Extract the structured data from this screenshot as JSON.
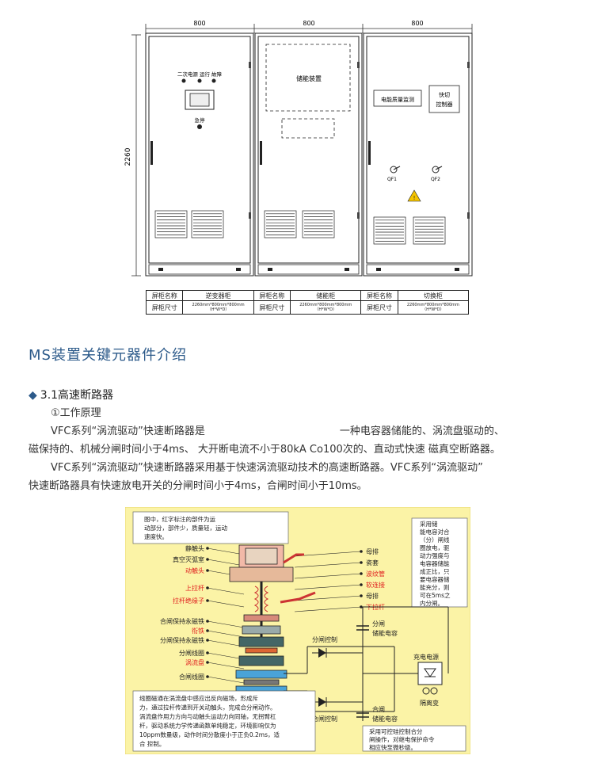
{
  "drawing": {
    "width_labels": [
      "800",
      "800",
      "800"
    ],
    "height_label": "2260",
    "cabinet1": {
      "lamp_labels": "二次电源  运行  故障",
      "estop_label": "急停"
    },
    "cabinet2": {
      "storage_label": "储能装置"
    },
    "cabinet3": {
      "monitor_label": "电能质量监测",
      "fast_switch_label_1": "快切",
      "fast_switch_label_2": "控制器",
      "qf1_label": "QF1",
      "qf2_label": "QF2"
    },
    "table": {
      "name_header": "屏柜名称",
      "size_header": "屏柜尺寸",
      "cabinets": [
        {
          "name": "逆变器柜",
          "size": "2260mm*800mm*800mm",
          "unit": "（H*W*D）"
        },
        {
          "name": "储能柜",
          "size": "2260mm*800mm*800mm",
          "unit": "（H*W*D）"
        },
        {
          "name": "切换柜",
          "size": "2260mm*800mm*800mm",
          "unit": "（H*W*D）"
        }
      ]
    }
  },
  "section_title": "MS装置关键元器件介绍",
  "subsection": {
    "bullet": "◆",
    "title": "3.1高速断路器"
  },
  "paragraphs": {
    "principle_heading": "①工作原理",
    "p1_a": "VFC系列“涡流驱动”快速断路器是",
    "p1_b": "一种电容器储能的、涡流盘驱动的、",
    "p1_c": "磁保持的、机械分闸时间小于4ms、   大开断电流不小于80kA Co100次的、直动式快速  磁真空断路器。",
    "p2_a": "VFC系列“涡流驱动”快速断路器采用基于快速涡流驱动技术的高速断路器。VFC系列“涡流驱动”",
    "p2_b": "快速断路器具有快速放电开关的分闸时间小于4ms，合闸时间小于10ms。"
  },
  "diagram": {
    "top_note": [
      "图中，红字标注的部件为运",
      "动部分，部件少，质量轻，运动",
      "速度快。"
    ],
    "left_labels": [
      {
        "text": "静触头",
        "red": false
      },
      {
        "text": "真空灭弧室",
        "red": false
      },
      {
        "text": "动触头",
        "red": true
      },
      {
        "text": "上拉杆",
        "red": true
      },
      {
        "text": "拉杆绝缘子",
        "red": true
      },
      {
        "text": "合闸保持永磁铁",
        "red": false
      },
      {
        "text": "衔铁",
        "red": true
      },
      {
        "text": "分闸保持永磁铁",
        "red": false
      },
      {
        "text": "分闸线圈",
        "red": false
      },
      {
        "text": "涡流盘",
        "red": true
      },
      {
        "text": "合闸线圈",
        "red": false
      }
    ],
    "right_labels": [
      {
        "text": "母排",
        "red": false
      },
      {
        "text": "瓷套",
        "red": false
      },
      {
        "text": "波纹管",
        "red": true
      },
      {
        "text": "软连接",
        "red": true
      },
      {
        "text": "母排",
        "red": false
      },
      {
        "text": "下拉杆",
        "red": true
      }
    ],
    "side_note": [
      "采用储",
      "能电容对合",
      "（分）闸线",
      "圈放电，驱",
      "动力强度与",
      "电容器储能",
      "成正比，只",
      "要电容器储",
      "能充分，则",
      "可在5ms之",
      "内分闸。"
    ],
    "open_control": "分闸控制",
    "close_control": "合闸控制",
    "open_cap": "分闸",
    "open_cap_2": "储能电容",
    "close_cap": "合闸",
    "close_cap_2": "储能电容",
    "charge_supply": "充电电源",
    "isolation_transformer": "隔离变",
    "bottom_note": [
      "线圈磁通在涡流盘中感应出反向磁场，形成斥",
      "力，通过拉杆传递到开关动触头，完成合分闸动作。",
      "涡流盘作用力方向与动触头运动力向同轴，无拐臂杠",
      "杆，驱动系统力学传递函数单纯稳定，环境影响仅为",
      "10ppm数量级，动作时间分散度小于正负0.2ms，适",
      "合            控制。"
    ],
    "thyristor_note": [
      "采用可控硅控制合分",
      "闸操作，对继电保护命令",
      "相应快至微秒级。"
    ]
  }
}
